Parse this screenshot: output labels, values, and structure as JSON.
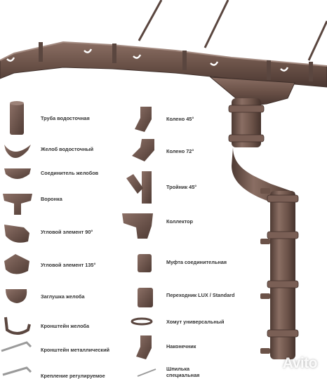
{
  "colors": {
    "body": "#6b5248",
    "dark": "#4e3a33",
    "light": "#8a6e63",
    "label": "#333333"
  },
  "parts_left": [
    {
      "label": "Труба водосточная",
      "icon": "downpipe-icon"
    },
    {
      "label": "Желоб водосточный",
      "icon": "gutter-icon"
    },
    {
      "label": "Соединитель желобов",
      "icon": "gutter-connector-icon"
    },
    {
      "label": "Воронка",
      "icon": "funnel-icon"
    },
    {
      "label": "Угловой элемент 90°",
      "icon": "corner-90-icon"
    },
    {
      "label": "Угловой элемент 135°",
      "icon": "corner-135-icon"
    },
    {
      "label": "Заглушка желоба",
      "icon": "gutter-cap-icon"
    },
    {
      "label": "Кронштейн желоба",
      "icon": "gutter-bracket-icon"
    },
    {
      "label": "Кронштейн металлический",
      "icon": "metal-bracket-icon"
    },
    {
      "label": "Крепление регулируемое",
      "icon": "adjustable-mount-icon"
    }
  ],
  "parts_right": [
    {
      "label": "Колено 45°",
      "icon": "elbow-45-icon"
    },
    {
      "label": "Колено 72°",
      "icon": "elbow-72-icon"
    },
    {
      "label": "Тройник 45°",
      "icon": "tee-45-icon"
    },
    {
      "label": "Коллектор",
      "icon": "collector-icon"
    },
    {
      "label": "Муфта соединительная",
      "icon": "coupling-icon"
    },
    {
      "label": "Переходник LUX / Standard",
      "icon": "adapter-icon"
    },
    {
      "label": "Хомут универсальный",
      "icon": "pipe-clamp-icon"
    },
    {
      "label": "Наконечник",
      "icon": "outlet-tip-icon"
    },
    {
      "label": "Шпилька специальная",
      "icon": "special-pin-icon"
    }
  ],
  "watermark": "Avito"
}
